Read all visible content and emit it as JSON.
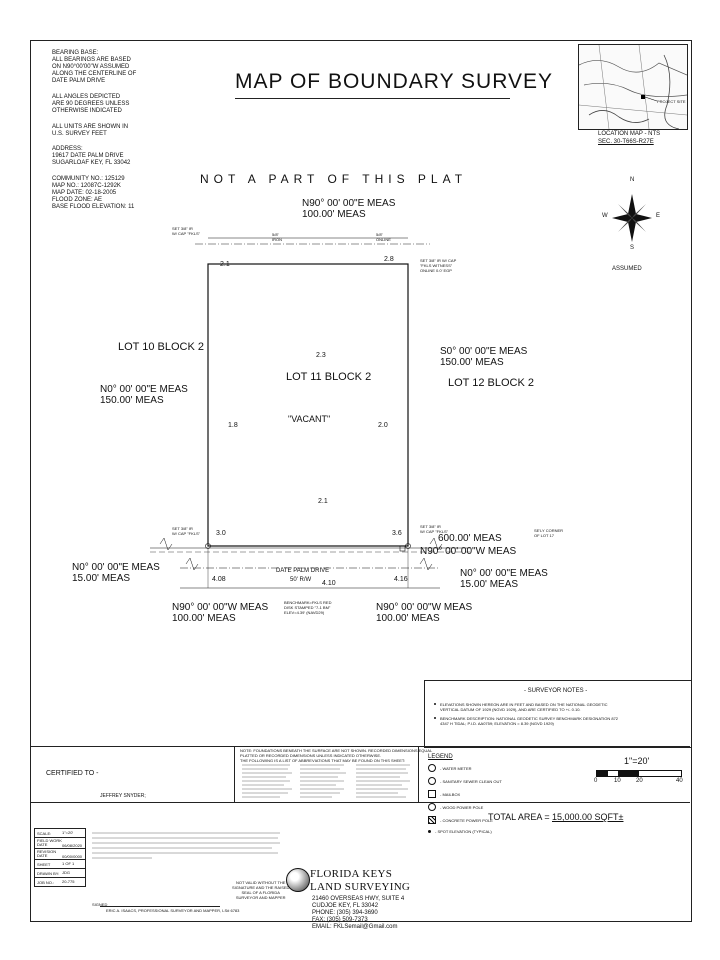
{
  "notes": {
    "bearing_base": "BEARING BASE:\nALL BEARINGS ARE BASED\nON N90°00'00\"W ASSUMED\nALONG THE CENTERLINE OF\nDATE PALM DRIVE",
    "angles": "ALL ANGLES DEPICTED\nARE 90 DEGREES UNLESS\nOTHERWISE INDICATED",
    "units": "ALL UNITS ARE SHOWN IN\nU.S. SURVEY FEET",
    "address": "ADDRESS:\n19617 DATE PALM DRIVE\nSUGARLOAF KEY, FL 33042",
    "community": "COMMUNITY NO.: 125129\nMAP NO.: 12087C-1292K\nMAP DATE: 02-18-2005\nFLOOD ZONE: AE\nBASE FLOOD ELEVATION: 11"
  },
  "title": "MAP OF BOUNDARY SURVEY",
  "not_part": "NOT A PART OF THIS PLAT",
  "location_map": {
    "project_site": "PROJECT SITE",
    "caption1": "LOCATION MAP - NTS",
    "caption2": "SEC. 30-T66S-R27E"
  },
  "north": {
    "n": "N",
    "s": "S",
    "e": "E",
    "w": "W",
    "assumed": "ASSUMED"
  },
  "plat": {
    "top_meas": "N90° 00' 00\"E MEAS\n100.00' MEAS",
    "left_meas": "N0° 00' 00\"E MEAS\n150.00' MEAS",
    "right_meas": "S0° 00' 00\"E MEAS\n150.00' MEAS",
    "lot10": "LOT 10\nBLOCK 2",
    "lot11": "LOT 11\nBLOCK 2",
    "lot12": "LOT 12\nBLOCK 2",
    "vacant": "\"VACANT\"",
    "spots": {
      "s1": "2.1",
      "s2": "2.8",
      "s3": "2.3",
      "s4": "1.8",
      "s5": "2.0",
      "s6": "2.1",
      "s7": "3.0",
      "s8": "3.6"
    },
    "set_tl": "SET 3/8\" IR\nW/ CAP \"FKLS\"",
    "set_tr": "SET 3/8\" IR W/ CAP\n\"FKLS WITNESS\"\nONLINE 0.0' EGP",
    "set_bl": "SET 3/8\" IR\nW/ CAP \"FKLS\"",
    "set_br": "SET 3/8\" IR\nW/ CAP \"FKLS\"",
    "fence1": "5/8\"\nIRON",
    "fence2": "5/8\"\nONLINE",
    "meas_600": "600.00' MEAS",
    "s90": "N90° 00' 00\"W MEAS",
    "sw_lot17": "SE'LY CORNER\nOF LOT 17",
    "left_15": "N0° 00' 00\"E MEAS\n15.00' MEAS",
    "right_15": "N0° 00' 00\"E MEAS\n15.00' MEAS",
    "road": "DATE PALM DRIVE",
    "road_rw": "50' R/W",
    "road_l": "4.08",
    "road_m": "4.10",
    "road_r": "4.16",
    "bot_left": "N90° 00' 00\"W MEAS\n100.00' MEAS",
    "bot_right": "N90° 00' 00\"W MEAS\n100.00' MEAS",
    "benchmark": "BENCHMARK=FKLS RED\nDISK STAMPED \"7-1 BM\"\nELEV=4.39' (NAVD29)"
  },
  "surveyor_notes": {
    "title": "- SURVEYOR NOTES -",
    "n1": "ELEVATIONS SHOWN HEREON ARE IN FEET AND BASED ON THE NATIONAL GEODETIC\nVERTICAL DATUM OF 1929 (NGVD 1929), AND ARE CERTIFIED TO +/- 0.10.",
    "n2": "BENCHMARK DESCRIPTION: NATIONAL GEODETIC SURVEY BENCHMARK DESIGNATION 872\n4347 H TIDAL; P.I.D. AA0759; ELEVATION = 8.39 (NGVD 1929)"
  },
  "abbrev_note": "NOTE: FOUNDATIONS BENEATH THE SURFACE ARE NOT SHOWN. RECORDED DIMENSIONS EQUAL\nPLATTED OR RECORDED DIMENSIONS UNLESS INDICATED OTHERWISE.\nTHE FOLLOWING IS A LIST OF ABBREVIATIONS THAT MAY BE FOUND ON THIS SHEET:",
  "certified": {
    "label": "CERTIFIED TO -",
    "name": "JEFFREY SNYDER;"
  },
  "legend": {
    "title": "LEGEND",
    "items": [
      "- WATER METER",
      "- SANITARY SEWER CLEAN OUT",
      "- MAILBOX",
      "- WOOD POWER POLE",
      "- CONCRETE POWER POLE",
      "- SPOT ELEVATION (TYPICAL)"
    ]
  },
  "scale": {
    "ratio": "1\"=20'",
    "t0": "0",
    "t1": "10",
    "t2": "20",
    "t3": "40"
  },
  "area": {
    "label": "TOTAL AREA =",
    "value": "15,000.00 SQFT±"
  },
  "titleblock": {
    "scale_lbl": "SCALE:",
    "scale_val": "1\"=20'",
    "date_lbl": "FIELD WORK\nDATE",
    "date_val": "06/08/2020",
    "rev_lbl": "REVISION\nDATE",
    "rev_val": "00/00/0000",
    "sheet_lbl": "SHEET",
    "sheet_val": "1 OF 1",
    "drawn_lbl": "DRAWN BY:",
    "drawn_val": "JDG",
    "job_lbl": "JOB NO.:",
    "job_val": "20-775"
  },
  "company": {
    "name1": "FLORIDA KEYS",
    "name2": "LAND SURVEYING",
    "addr": "21460 OVERSEAS HWY, SUITE 4\nCUDJOE KEY, FL 33042\nPHONE: (305) 394-3690\nFAX: (305) 509-7373\nEMAIL: FKLSemail@Gmail.com"
  },
  "not_valid": "NOT VALID WITHOUT THE\nSIGNATURE AND THE RAISED\nSEAL OF A FLORIDA\nSURVEYOR AND MAPPER",
  "signed": "SIGNED",
  "surveyor_name": "ERIC A. ISAACS, PROFESSIONAL SURVEYOR AND MAPPER, LS# 6783"
}
